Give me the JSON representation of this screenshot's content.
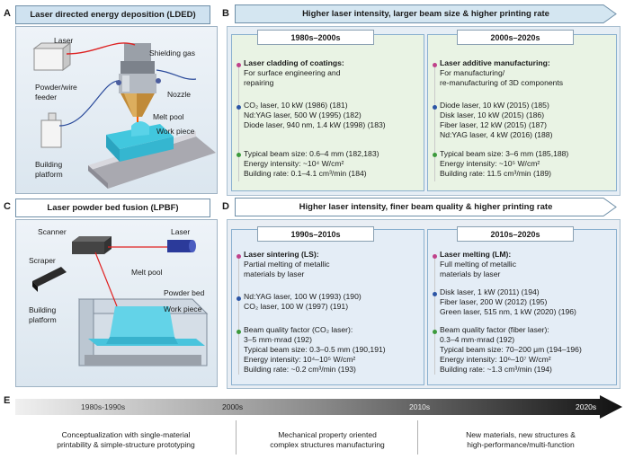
{
  "panelA": {
    "letter": "A",
    "title": "Laser directed energy deposition (LDED)",
    "labels": {
      "laser": "Laser",
      "shielding_gas": "Shielding gas",
      "feeder_l1": "Powder/wire",
      "feeder_l2": "feeder",
      "nozzle": "Nozzle",
      "melt_pool": "Melt pool",
      "work_piece": "Work piece",
      "platform_l1": "Building",
      "platform_l2": "platform"
    }
  },
  "panelB": {
    "letter": "B",
    "banner": "Higher laser intensity, larger beam size & higher printing rate",
    "left": {
      "header": "1980s–2000s",
      "title": "Laser cladding of coatings:",
      "desc": [
        "For surface engineering and",
        "repairing"
      ],
      "lasers": [
        "CO₂ laser, 10 kW (1986) (181)",
        "Nd:YAG laser, 500 W (1995) (182)",
        "Diode laser, 940 nm, 1.4 kW (1998) (183)"
      ],
      "params": [
        "Typical beam size: 0.6–4 mm (182,183)",
        "Energy intensity: ~10⁴ W/cm²",
        "Building rate: 0.1–4.1 cm³/min (184)"
      ]
    },
    "right": {
      "header": "2000s–2020s",
      "title": "Laser additive manufacturing:",
      "desc": [
        "For manufacturing/",
        "re-manufacturing of 3D components"
      ],
      "lasers": [
        "Diode laser, 10 kW (2015) (185)",
        "Disk laser, 10 kW (2015) (186)",
        "Fiber laser, 12 kW (2015) (187)",
        "Nd:YAG laser, 4 kW (2016) (188)"
      ],
      "params": [
        "Typical beam size: 3–6 mm (185,188)",
        "Energy intensity: ~10⁵ W/cm²",
        "Building rate: 11.5 cm³/min (189)"
      ]
    }
  },
  "panelC": {
    "letter": "C",
    "title": "Laser powder bed fusion (LPBF)",
    "labels": {
      "scanner": "Scanner",
      "laser": "Laser",
      "scraper": "Scraper",
      "melt_pool": "Melt pool",
      "powder_bed": "Powder bed",
      "work_piece": "Work piece",
      "platform_l1": "Building",
      "platform_l2": "platform"
    }
  },
  "panelD": {
    "letter": "D",
    "banner": "Higher laser intensity, finer beam quality & higher printing rate",
    "left": {
      "header": "1990s–2010s",
      "title": "Laser sintering (LS):",
      "desc": [
        "Partial melting of metallic",
        "materials by laser"
      ],
      "lasers": [
        "Nd:YAG laser, 100 W (1993) (190)",
        "CO₂ laser, 100 W (1997) (191)"
      ],
      "params": [
        "Beam quality factor (CO₂ laser):",
        "3–5 mm·mrad (192)",
        "Typical beam size: 0.3–0.5 mm (190,191)",
        "Energy intensity: 10⁴–10⁵ W/cm²",
        "Building rate: ~0.2 cm³/min (193)"
      ]
    },
    "right": {
      "header": "2010s–2020s",
      "title": "Laser melting (LM):",
      "desc": [
        "Full melting of metallic",
        "materials by laser"
      ],
      "lasers": [
        "Disk laser, 1 kW (2011) (194)",
        "Fiber laser, 200 W (2012) (195)",
        "Green laser, 515 nm, 1 kW (2020) (196)"
      ],
      "params": [
        "Beam quality factor (fiber laser):",
        "0.3–4 mm·mrad (192)",
        "Typical beam size: 70–200 μm (194–196)",
        "Energy intensity: 10⁶–10⁷ W/cm²",
        "Building rate: ~1.3 cm³/min (194)"
      ]
    }
  },
  "panelE": {
    "letter": "E",
    "eras": [
      "1980s-1990s",
      "2000s",
      "2010s",
      "2020s"
    ],
    "descs": [
      [
        "Conceptualization with single-material",
        "printability & simple-structure prototyping"
      ],
      [
        "Mechanical property oriented",
        "complex structures manufacturing"
      ],
      [
        "New materials, new structures &",
        "high-performance/multi-function"
      ]
    ]
  },
  "colors": {
    "accent_pink": "#c0418a",
    "accent_blue": "#2c55a5",
    "accent_green": "#3c9a3c",
    "panel_bg": "#e9f1f7",
    "column_bg": "#e7f2e3"
  }
}
